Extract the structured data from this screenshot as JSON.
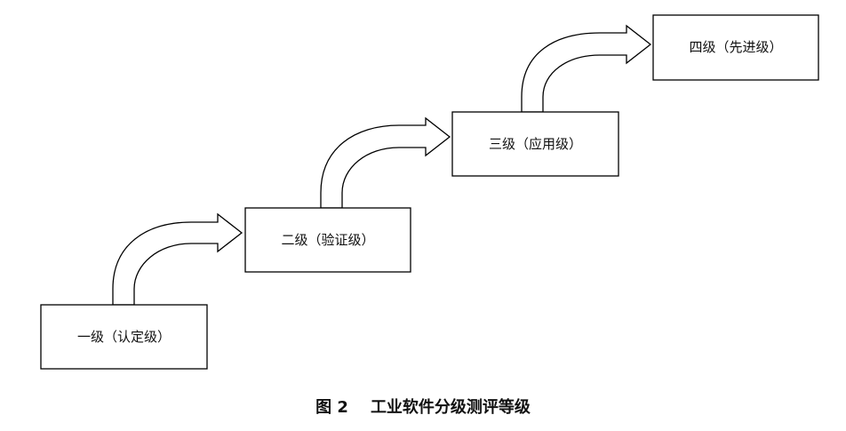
{
  "levels": [
    {
      "label": "一级（认定级）"
    },
    {
      "label": "二级（验证级）"
    },
    {
      "label": "三级（应用级）"
    },
    {
      "label": "四级（先进级）"
    }
  ],
  "caption": {
    "figure_number": "图 2",
    "title": "工业软件分级测评等级"
  },
  "colors": {
    "stroke": "#000000",
    "fill": "#ffffff"
  }
}
